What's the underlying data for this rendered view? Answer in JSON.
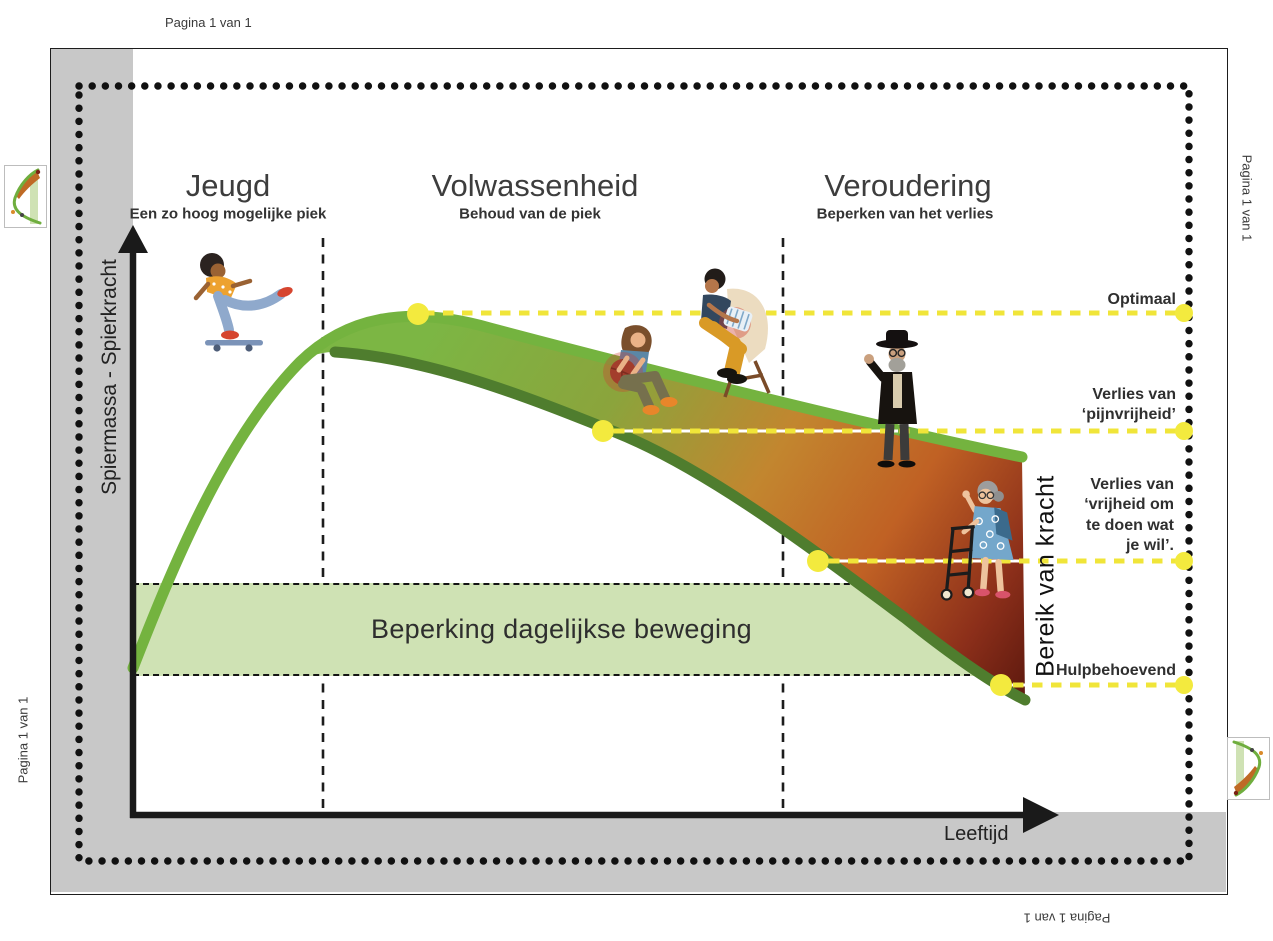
{
  "page": {
    "pagina_labels": {
      "top": "Pagina 1 van 1",
      "right": "Pagina 1 van 1",
      "bottom": "Pagina 1 van 1",
      "left": "Pagina 1 van 1"
    }
  },
  "diagram": {
    "sections": [
      {
        "title": "Jeugd",
        "subtitle": "Een zo hoog mogelijke piek"
      },
      {
        "title": "Volwassenheid",
        "subtitle": "Behoud van de piek"
      },
      {
        "title": "Veroudering",
        "subtitle": "Beperken van het verlies"
      }
    ],
    "axes": {
      "y_label": "Spiermassa - Spierkracht",
      "x_label": "Leeftijd"
    },
    "levels": [
      {
        "label": "Optimaal"
      },
      {
        "label": "Verlies van\n‘pijnvrijheid’"
      },
      {
        "label": "Verlies van\n‘vrijheid om\nte doen wat\nje wil’."
      },
      {
        "label": "Hulpbehoevend"
      }
    ],
    "band_label": "Beperking dagelijkse beweging",
    "range_label": "Bereik van kracht",
    "illustrations": [
      "skateboarding-child",
      "seated-woman-with-ball",
      "man-on-chair-with-back-pain",
      "waving-elderly-man",
      "elderly-woman-with-walker",
      "curve-thumbnail-logo"
    ],
    "colors": {
      "curve_green": "#74b33f",
      "curve_dark_green": "#4f7d2e",
      "gradient_orange": "#c2862f",
      "gradient_red": "#7a2214",
      "marker_yellow": "#f0e83a",
      "band_green": "#cfe2b4",
      "margin_gray": "#c8c8c8"
    }
  }
}
